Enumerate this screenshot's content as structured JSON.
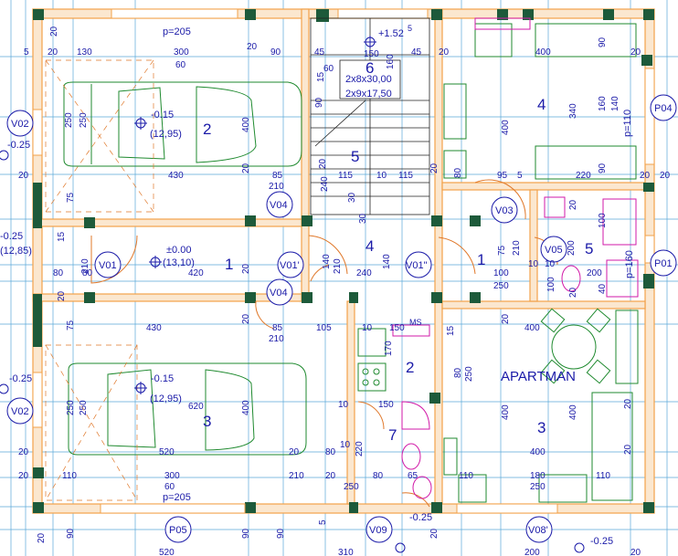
{
  "plan": {
    "rooms": {
      "garage_top": "2",
      "garage_bottom": "3",
      "hall_left": "1",
      "stair_6": "6",
      "stair_5": "5",
      "hall_mid": "4",
      "room_4_right": "4",
      "hall_right": "1",
      "bath_5": "5",
      "room_2_mid": "2",
      "apartman_3": "3",
      "wc_7": "7",
      "apartman_label": "APARTMAN"
    },
    "levels": {
      "top_stair": "+1.52",
      "top_stair_sup": "5",
      "garage_top": "-0.15",
      "garage_top_abs": "(12,95)",
      "hall": "±0.00",
      "hall_abs": "(13,10)",
      "garage_bottom": "-0.15",
      "garage_bottom_abs": "(12,95)",
      "left_a": "-0.25",
      "left_b": "-0.25",
      "left_c": "(12,85)",
      "left_d": "-0.25",
      "bottom_a": "-0.25",
      "bottom_b": "-0.25"
    },
    "stairs": {
      "run1": "2x8x30,00",
      "run2": "2x9x17,50"
    },
    "parapets": {
      "top": "p=205",
      "bottom": "p=205",
      "right": "p=110",
      "bath": "p=160",
      "ms": "MS"
    },
    "tags": {
      "V02_top": "V02",
      "V02_bot": "V02",
      "P04": "P04",
      "P01": "P01",
      "P05": "P05",
      "V01_a": "V01",
      "V01_b": "V01'",
      "V01_c": "V01\"",
      "V04_a": "V04",
      "V04_b": "V04",
      "V03": "V03",
      "V05": "V05",
      "V09": "V09",
      "V08": "V08'"
    },
    "dims": {
      "t_20a": "20",
      "t_130": "130",
      "t_300": "300",
      "t_90": "90",
      "t_20b": "20",
      "t_45a": "45",
      "t_150": "150",
      "t_45b": "45",
      "t_20c": "20",
      "t_5": "5",
      "t_20d": "20",
      "t_60a": "60",
      "t_15": "15",
      "t_160": "160",
      "g_250a": "250",
      "g_250b": "250",
      "g_400a": "400",
      "g_430a": "430",
      "g_85a": "85",
      "g_210a": "210",
      "g_20e": "20",
      "g_75a": "75",
      "g_20f": "20",
      "g_20g": "20",
      "s_60b": "60",
      "s_90a": "90",
      "s_20h": "20",
      "s_240": "240",
      "s_115a": "115",
      "s_10a": "10",
      "s_115b": "115",
      "s_30a": "30",
      "s_30b": "30",
      "h_80a": "80",
      "h_210b": "210",
      "h_420": "420",
      "h_20i": "20",
      "h_80b": "80",
      "h_15a": "15",
      "h_20j": "20",
      "h_140a": "140",
      "h_210c": "210",
      "h_240": "240",
      "h_140b": "140",
      "h_100a": "100",
      "h_250a": "250",
      "h_10b": "10",
      "r4_400a": "400",
      "r4_90b": "90",
      "r4_20k": "20",
      "r4_400b": "400",
      "r4_340": "340",
      "r4_160": "160",
      "r4_140": "140",
      "r4_220": "220",
      "r4_90c": "90",
      "r4_95": "95",
      "r4_5": "5",
      "r4_80": "80",
      "r4_20l": "20",
      "r4_20m": "20",
      "r4_20n": "20",
      "b_20o": "20",
      "b_100": "100",
      "b_75": "75",
      "b_210": "210",
      "b_200a": "200",
      "b_200b": "200",
      "b_100b": "100",
      "b_40": "40",
      "b_20p": "20",
      "b_10c": "10",
      "m_430": "430",
      "m_75": "75",
      "m_85": "85",
      "m_105": "105",
      "m_20q": "20",
      "m_210": "210",
      "m_10": "10",
      "m_150": "150",
      "m_170": "170",
      "m_250": "250",
      "m_80a": "80",
      "m_400c": "400",
      "m_20r": "20",
      "m_15": "15",
      "g3_250a": "250",
      "g3_250b": "250",
      "g3_620": "620",
      "g3_400": "400",
      "g3_520": "520",
      "g3_20s": "20",
      "g3_20t": "20",
      "a_400": "400",
      "a_400b": "400",
      "a_400c": "400",
      "a_20u": "20",
      "a_20v": "20",
      "a_180": "180",
      "a_250": "250",
      "a_110": "110",
      "w_10a": "10",
      "w_150": "150",
      "w_220": "220",
      "w_250": "250",
      "w_80": "80",
      "w_65": "65",
      "w_110": "110",
      "w_10b": "10",
      "bt_20w": "20",
      "bt_110": "110",
      "bt_300": "300",
      "bt_60": "60",
      "bt_210": "210",
      "bt_80": "80",
      "bt_20x": "20",
      "bt_90a": "90",
      "bt_90b": "90",
      "bt_520": "520",
      "bt_90c": "90",
      "bt_5": "5",
      "bt_20y": "20",
      "bt_310": "310",
      "bt_20z": "20",
      "bt_200": "200",
      "bt_20aa": "20"
    },
    "colors": {
      "wall": "#f2a24a",
      "wall_dark": "#1d5a3a",
      "dim_line": "#5aa8d8",
      "text": "#1a1aa8",
      "furniture": "#1f8a2f",
      "sanitary": "#d21aa8",
      "door": "#e0782a",
      "hatch": "#b0b0b0"
    }
  }
}
